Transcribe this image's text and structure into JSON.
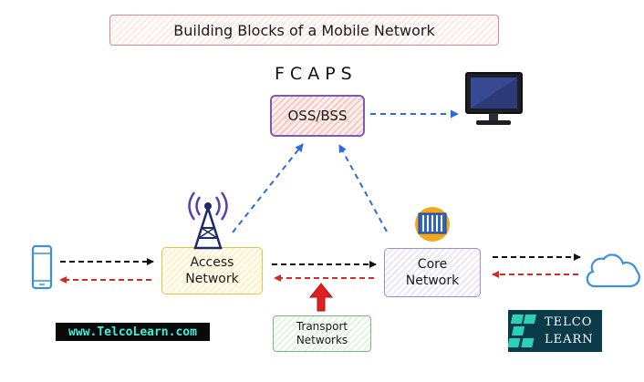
{
  "title": "Building Blocks of a Mobile Network",
  "fcaps": "FCAPS",
  "nodes": {
    "oss_bss": "OSS/BSS",
    "access_network": [
      "Access",
      "Network"
    ],
    "core_network": [
      "Core",
      "Network"
    ],
    "transport_networks": [
      "Transport",
      "Networks"
    ]
  },
  "website": "www.TelcoLearn.com",
  "logo": {
    "line1": "TELCO",
    "line2": "LEARN"
  },
  "colors": {
    "flow_forward": "#111111",
    "flow_return": "#d62a2a",
    "management_link": "#2f6bd6",
    "transport_arrow": "#d62a2a",
    "device_blue": "#3b8fe0",
    "logo_accent": "#2ad0b8"
  },
  "icons": [
    "mobile-phone-icon",
    "cell-tower-icon",
    "server-icon",
    "monitor-icon",
    "cloud-icon"
  ]
}
